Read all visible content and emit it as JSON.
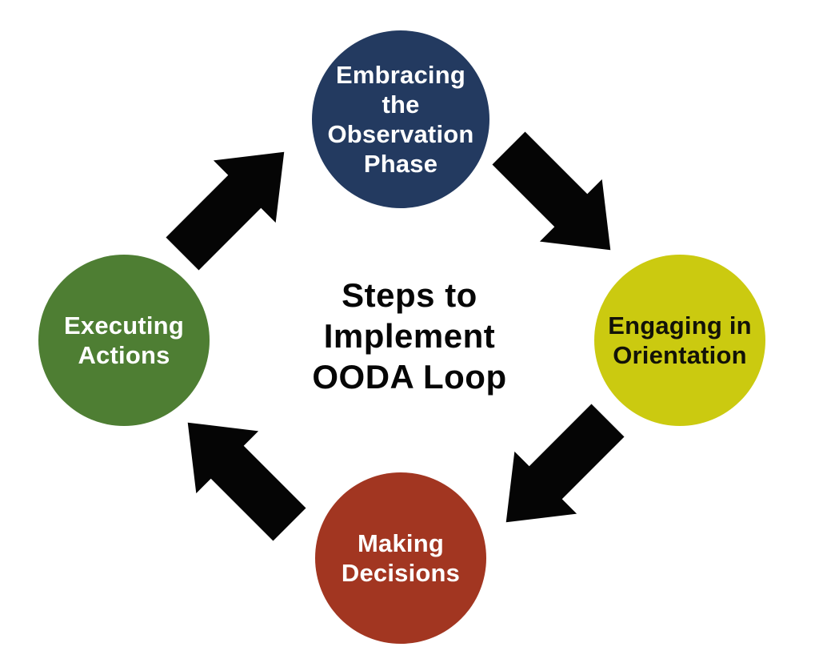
{
  "diagram": {
    "type": "cycle",
    "title": "Steps to\nImplement\nOODA Loop",
    "title_color": "#060606",
    "arrow_color": "#050505",
    "background_color": "#ffffff",
    "steps": [
      {
        "id": "observe",
        "position": "top",
        "label": "Embracing\nthe\nObservation\nPhase",
        "circle_color": "#233a60",
        "text_color": "#ffffff"
      },
      {
        "id": "orient",
        "position": "right",
        "label": "Engaging in\nOrientation",
        "circle_color": "#cbca10",
        "text_color": "#121208"
      },
      {
        "id": "decide",
        "position": "bottom",
        "label": "Making\nDecisions",
        "circle_color": "#a23621",
        "text_color": "#ffffff"
      },
      {
        "id": "act",
        "position": "left",
        "label": "Executing\nActions",
        "circle_color": "#4e7e33",
        "text_color": "#ffffff"
      }
    ],
    "flow_order": "observe → orient → decide → act → observe",
    "flow_direction": "clockwise"
  }
}
